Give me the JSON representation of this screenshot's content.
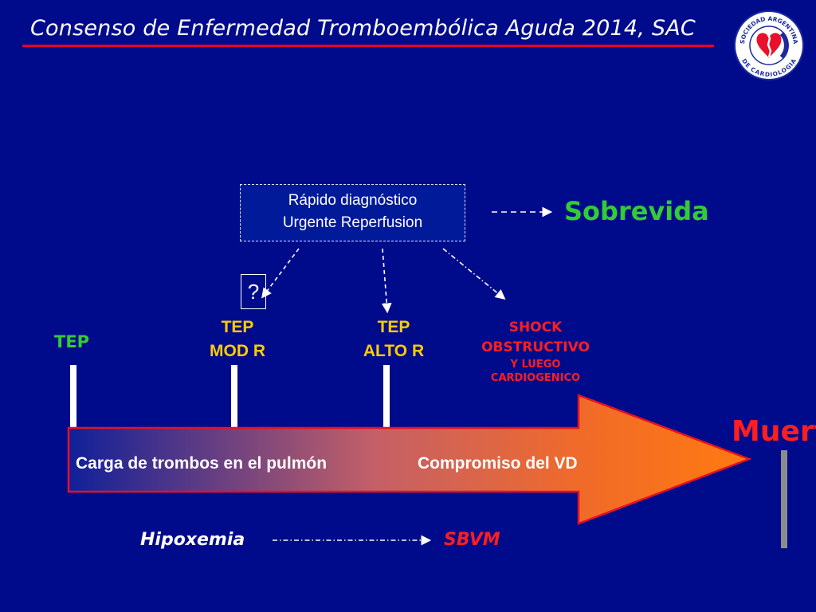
{
  "header": {
    "title": "Consenso de Enfermedad Tromboembólica Aguda 2014, SAC",
    "logo_text_top": "SOCIEDAD ARGENTINA",
    "logo_text_bottom": "DE CARDIOLOGIA"
  },
  "diagnosis_box": {
    "line1": "Rápido diagnóstico",
    "line2": "Urgente Reperfusion"
  },
  "outcome": {
    "survival": "Sobrevida",
    "death": "Muerte"
  },
  "question_mark": "?",
  "stages": {
    "tep": "TEP",
    "mod_line1": "TEP",
    "mod_line2": "MOD R",
    "alto_line1": "TEP",
    "alto_line2": "ALTO R",
    "shock_line1": "SHOCK",
    "shock_line2": "OBSTRUCTIVO",
    "shock_line3": "Y LUEGO",
    "shock_line4": "CARDIOGENICO"
  },
  "main_arrow": {
    "left_text": "Carga de trombos en el pulmón",
    "right_text": "Compromiso del VD"
  },
  "bottom": {
    "hipoxemia": "Hipoxemia",
    "sbvm": "SBVM"
  },
  "colors": {
    "background": "#000b8c",
    "title_line": "#e8002a",
    "green": "#33cc33",
    "yellow": "#ffcc00",
    "red": "#ff1e1e",
    "arrow_start": "#10209a",
    "arrow_end": "#ff7a10"
  }
}
